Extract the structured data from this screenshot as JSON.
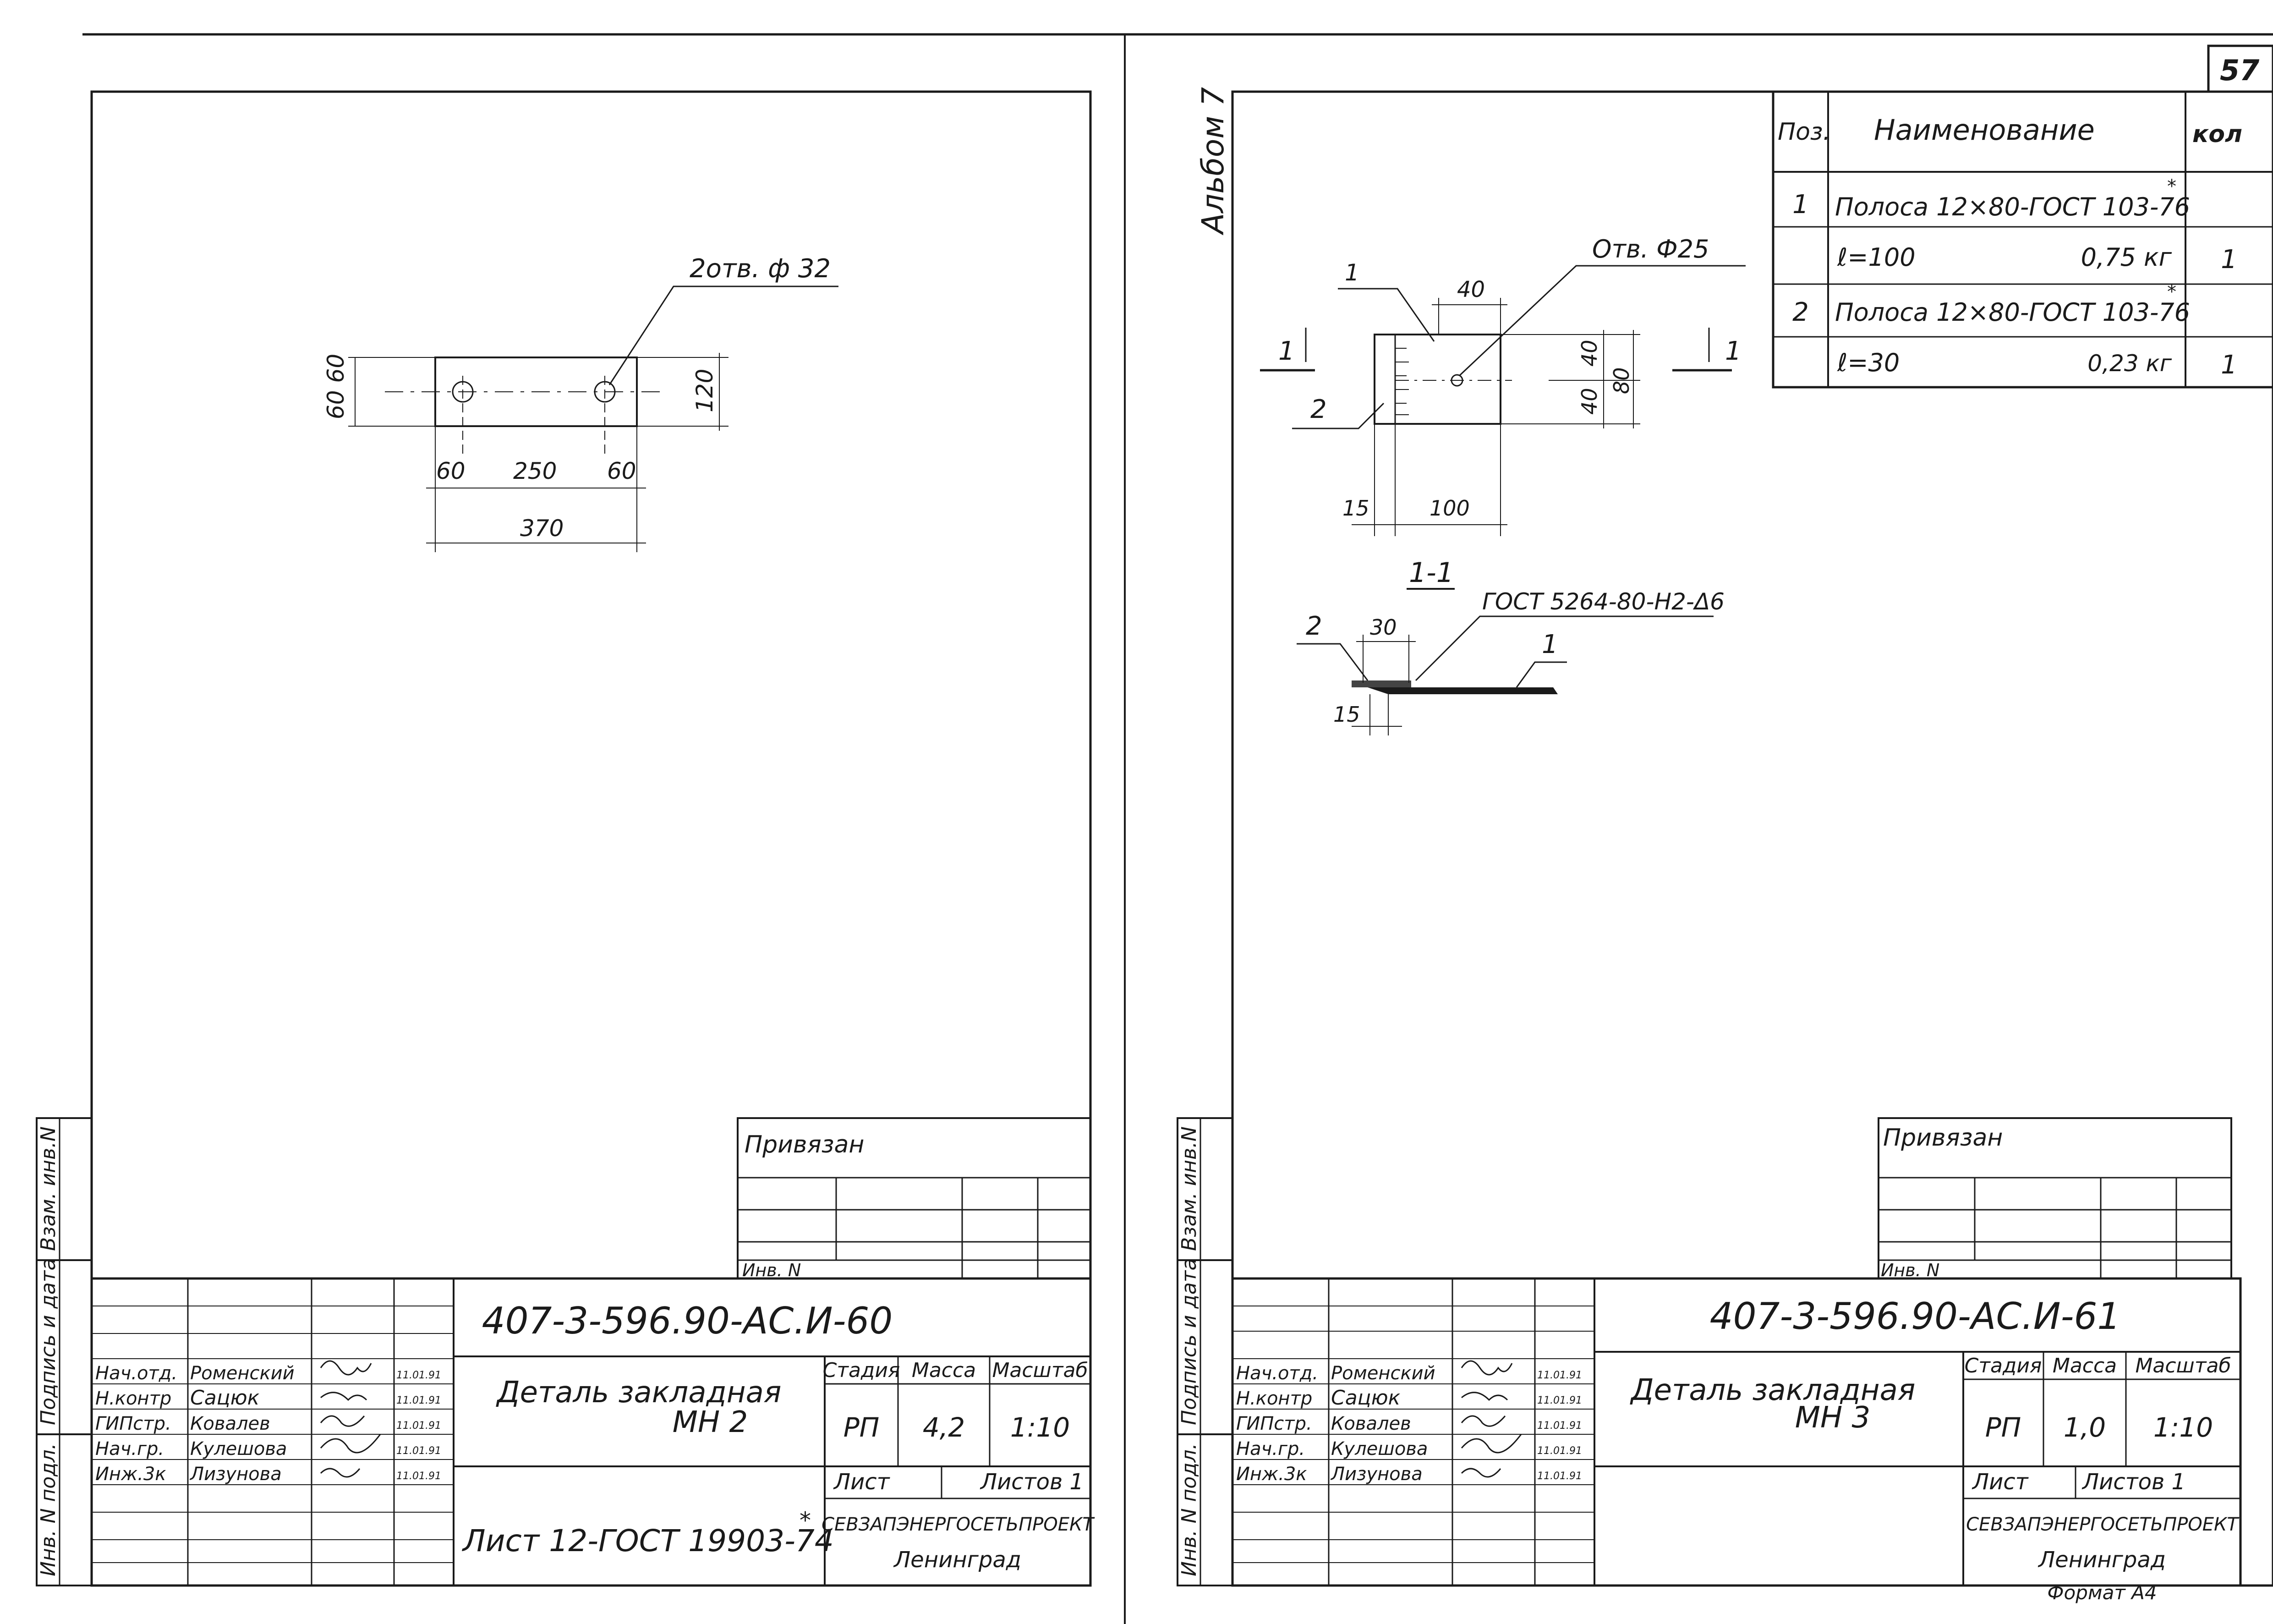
{
  "page_number": "57",
  "album": "Альбом 7",
  "left_sheet": {
    "holes_note": "2отв. ф 32",
    "dims": {
      "left": "60 60",
      "right": "120",
      "d60a": "60",
      "d250": "250",
      "d60b": "60",
      "d370": "370"
    },
    "privyazan": "Привязан",
    "inv_no": "Инв. N",
    "code": "407-3-596.90-АС.И-60",
    "title_line1": "Деталь закладная",
    "title_line2": "МН 2",
    "stadia_h": "Стадия",
    "massa_h": "Масса",
    "masshtab_h": "Масштаб",
    "stadia": "РП",
    "massa": "4,2",
    "masshtab": "1:10",
    "list_h": "Лист",
    "listov_h": "Листов 1",
    "standard": "Лист 12-ГОСТ 19903-74",
    "standard_mark": "*",
    "org": "СЕВЗАПЭНЕРГОСЕТЬПРОЕКТ",
    "city": "Ленинград",
    "people": [
      {
        "role": "Нач.отд.",
        "name": "Роменский",
        "date": "11.01.91"
      },
      {
        "role": "Н.контр",
        "name": "Сацюк",
        "date": "11.01.91"
      },
      {
        "role": "ГИПстр.",
        "name": "Ковалев",
        "date": "11.01.91"
      },
      {
        "role": "Нач.гр.",
        "name": "Кулешова",
        "date": "11.01.91"
      },
      {
        "role": "Инж.3к",
        "name": "Лизунова",
        "date": "11.01.91"
      }
    ]
  },
  "right_sheet": {
    "hole_note": "Отв. Ф25",
    "section_note": "ГОСТ 5264-80-Н2-Δ6",
    "section_mark": "1-1",
    "dims": {
      "d40top": "40",
      "d40a": "40",
      "d40b": "40",
      "d80": "80",
      "d15": "15",
      "d100": "100",
      "d30": "30",
      "d15b": "15"
    },
    "callouts": {
      "p1": "1",
      "p2": "2",
      "cut_left": "1",
      "cut_right": "1",
      "s2": "2",
      "s1": "1"
    },
    "spec": {
      "headers": {
        "pos": "Поз.",
        "name": "Наименование",
        "qty": "кол"
      },
      "rows": [
        {
          "pos": "1",
          "name": "Полоса 12×80-ГОСТ 103-76",
          "mark": "*",
          "qty": ""
        },
        {
          "pos": "",
          "name": "ℓ=100",
          "mass": "0,75 кг",
          "qty": "1"
        },
        {
          "pos": "2",
          "name": "Полоса 12×80-ГОСТ 103-76",
          "mark": "*",
          "qty": ""
        },
        {
          "pos": "",
          "name": "ℓ=30",
          "mass": "0,23 кг",
          "qty": "1"
        }
      ]
    },
    "privyazan": "Привязан",
    "inv_no": "Инв. N",
    "code": "407-3-596.90-АС.И-61",
    "title_line1": "Деталь закладная",
    "title_line2": "МН 3",
    "stadia_h": "Стадия",
    "massa_h": "Масса",
    "masshtab_h": "Масштаб",
    "stadia": "РП",
    "massa": "1,0",
    "masshtab": "1:10",
    "list_h": "Лист",
    "listov_h": "Листов 1",
    "org": "СЕВЗАПЭНЕРГОСЕТЬПРОЕКТ",
    "city": "Ленинград",
    "format": "Формат А4",
    "people": [
      {
        "role": "Нач.отд.",
        "name": "Роменский",
        "date": "11.01.91"
      },
      {
        "role": "Н.контр",
        "name": "Сацюк",
        "date": "11.01.91"
      },
      {
        "role": "ГИПстр.",
        "name": "Ковалев",
        "date": "11.01.91"
      },
      {
        "role": "Нач.гр.",
        "name": "Кулешова",
        "date": "11.01.91"
      },
      {
        "role": "Инж.3к",
        "name": "Лизунова",
        "date": "11.01.91"
      }
    ]
  },
  "side_stamp": {
    "inv_podl": "Инв. N подл.",
    "podpis": "Подпись и дата",
    "vzam": "Взам. инв.N"
  }
}
